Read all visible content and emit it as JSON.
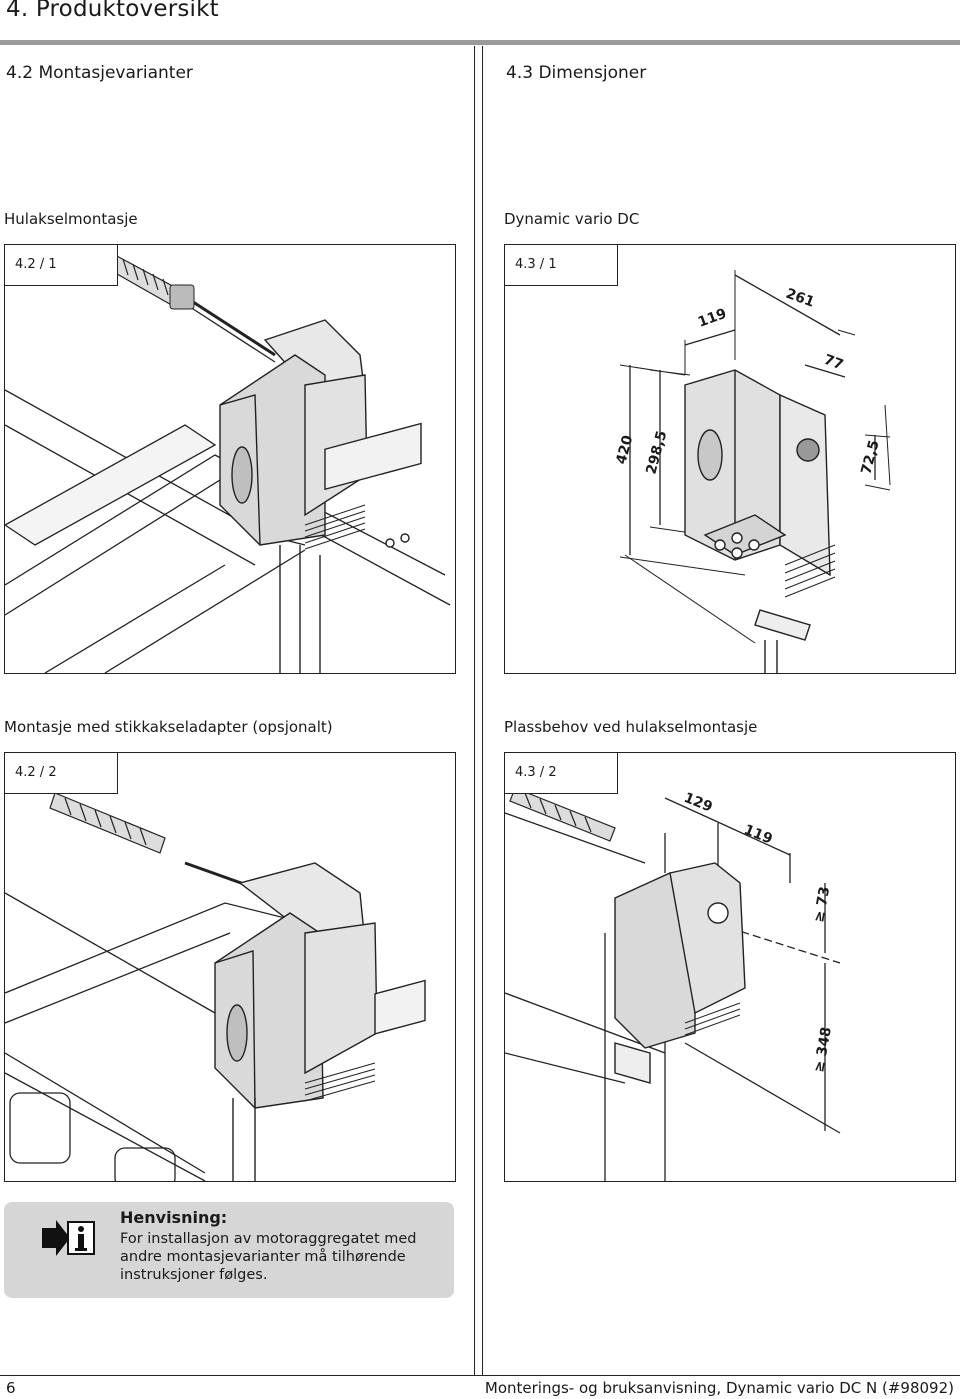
{
  "chapter": {
    "title": "4.   Produktoversikt"
  },
  "left": {
    "section_title": "4.2   Montasjevarianter",
    "figures": [
      {
        "caption": "Hulakselmontasje",
        "tag": "4.2 / 1"
      },
      {
        "caption": "Montasje med stikkakseladapter (opsjonalt)",
        "tag": "4.2 / 2"
      }
    ]
  },
  "right": {
    "section_title": "4.3   Dimensjoner",
    "figures": [
      {
        "caption": "Dynamic vario DC",
        "tag": "4.3 / 1",
        "dimensions": [
          "119",
          "261",
          "77",
          "420",
          "298,5",
          "72,5"
        ]
      },
      {
        "caption": "Plassbehov ved hulakselmontasje",
        "tag": "4.3 / 2",
        "dimensions": [
          "129",
          "119",
          "≥ 73",
          "≥ 348"
        ]
      }
    ]
  },
  "note": {
    "title": "Henvisning:",
    "text": "For installasjon av motoraggregatet med andre montasjevarianter må tilhørende instruksjoner følges.",
    "icon": "info-arrow-icon"
  },
  "footer": {
    "page_number": "6",
    "document": "Monterings- og bruksanvisning, Dynamic vario DC N (#98092)"
  }
}
